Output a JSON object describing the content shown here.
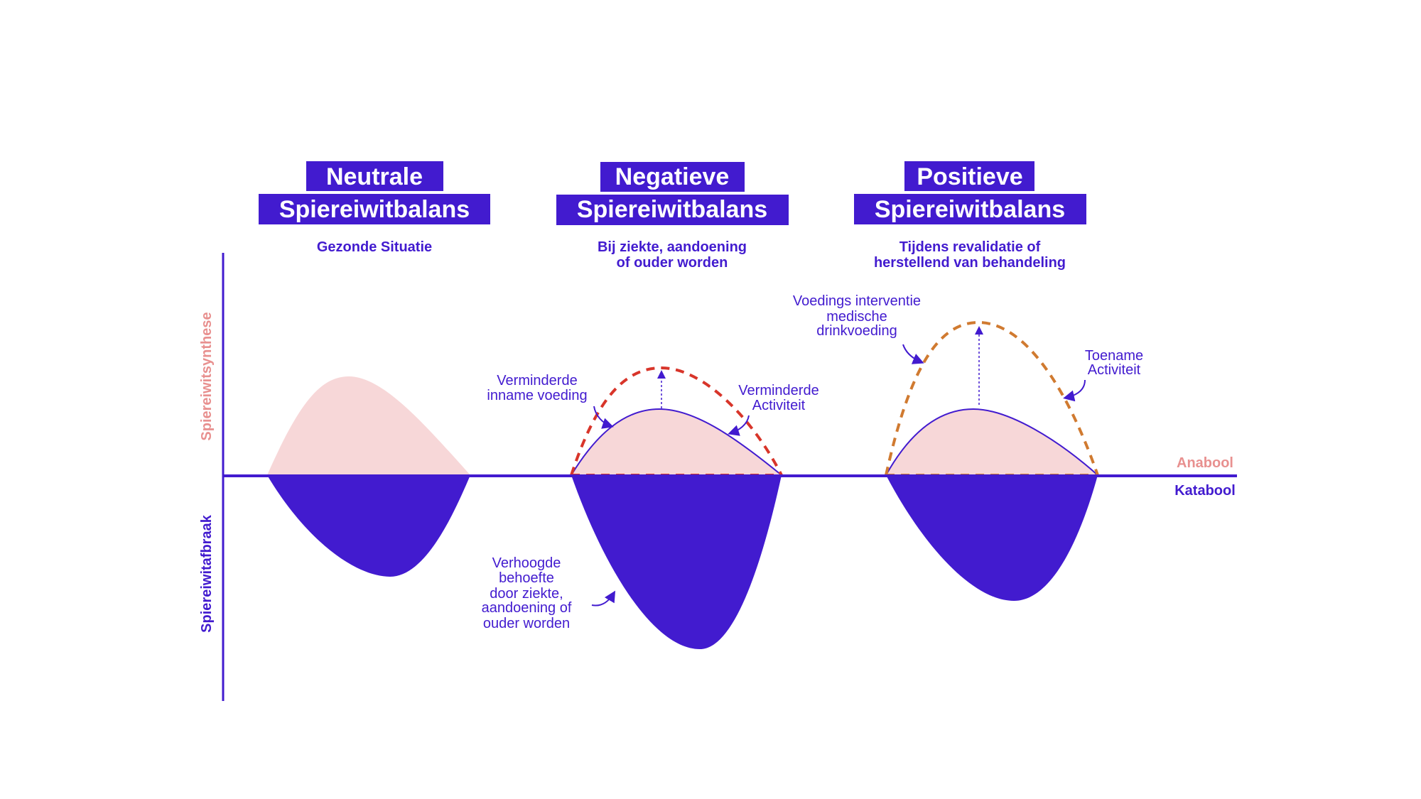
{
  "colors": {
    "purple": "#421bcf",
    "pink": "#f7d7d8",
    "pink_text": "#e8908f",
    "red_dashed": "#d8352a",
    "orange_dashed": "#d07a30"
  },
  "axes": {
    "y_top_label": "Spiereiwitsynthese",
    "y_bottom_label": "Spiereiwitafbraak",
    "anabool": "Anabool",
    "katabool": "Katabool"
  },
  "panels": [
    {
      "title_line1": "Neutrale",
      "title_line2": "Spiereiwitbalans",
      "subtitle_line1": "Gezonde Situatie"
    },
    {
      "title_line1": "Negatieve",
      "title_line2": "Spiereiwitbalans",
      "subtitle_line1": "Bij ziekte, aandoening",
      "subtitle_line2": "of ouder worden"
    },
    {
      "title_line1": "Positieve",
      "title_line2": "Spiereiwitbalans",
      "subtitle_line1": "Tijdens revalidatie of",
      "subtitle_line2": "herstellend van behandeling"
    }
  ],
  "annotations": {
    "reduced_intake": [
      "Verminderde",
      "inname voeding"
    ],
    "reduced_activity": [
      "Verminderde",
      "Activiteit"
    ],
    "increased_need": [
      "Verhoogde",
      "behoefte",
      "door ziekte,",
      "aandoening of",
      "ouder worden"
    ],
    "nutrition_intervention": [
      "Voedings interventie",
      "medische",
      "drinkvoeding"
    ],
    "increased_activity": [
      "Toename",
      "Activiteit"
    ]
  }
}
